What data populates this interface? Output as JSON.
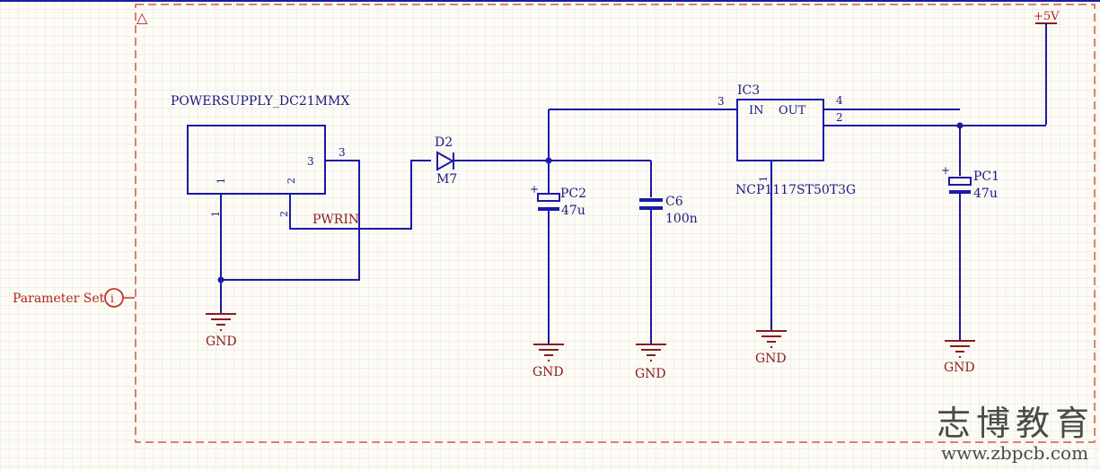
{
  "sheet_marker": "△",
  "port": {
    "label": "Parameter Set",
    "symbol": "i"
  },
  "power": {
    "label": "+5V"
  },
  "connector": {
    "name": "POWERSUPPLY_DC21MMX",
    "pin1": "1",
    "pin2": "2",
    "pin3": "3",
    "ext_pin1": "1",
    "ext_pin2": "2"
  },
  "net_pwrin": "PWRIN",
  "diode": {
    "ref": "D2",
    "value": "M7"
  },
  "pc2": {
    "ref": "PC2",
    "value": "47u",
    "plus": "+"
  },
  "c6": {
    "ref": "C6",
    "value": "100n"
  },
  "ic": {
    "ref": "IC3",
    "in": "IN",
    "out": "OUT",
    "part": "NCP1117ST50T3G",
    "pin_in": "3",
    "pin_out4": "4",
    "pin_out2": "2",
    "pin_gnd": "1"
  },
  "pc1": {
    "ref": "PC1",
    "value": "47u",
    "plus": "+"
  },
  "gnd_label": "GND",
  "watermark": {
    "title": "志博教育",
    "url": "www.zbpcb.com"
  },
  "colors": {
    "wire": "#1a1aa8",
    "ground": "#8a1c1c",
    "border": "#c0392b",
    "background": "#fdfbf6"
  }
}
